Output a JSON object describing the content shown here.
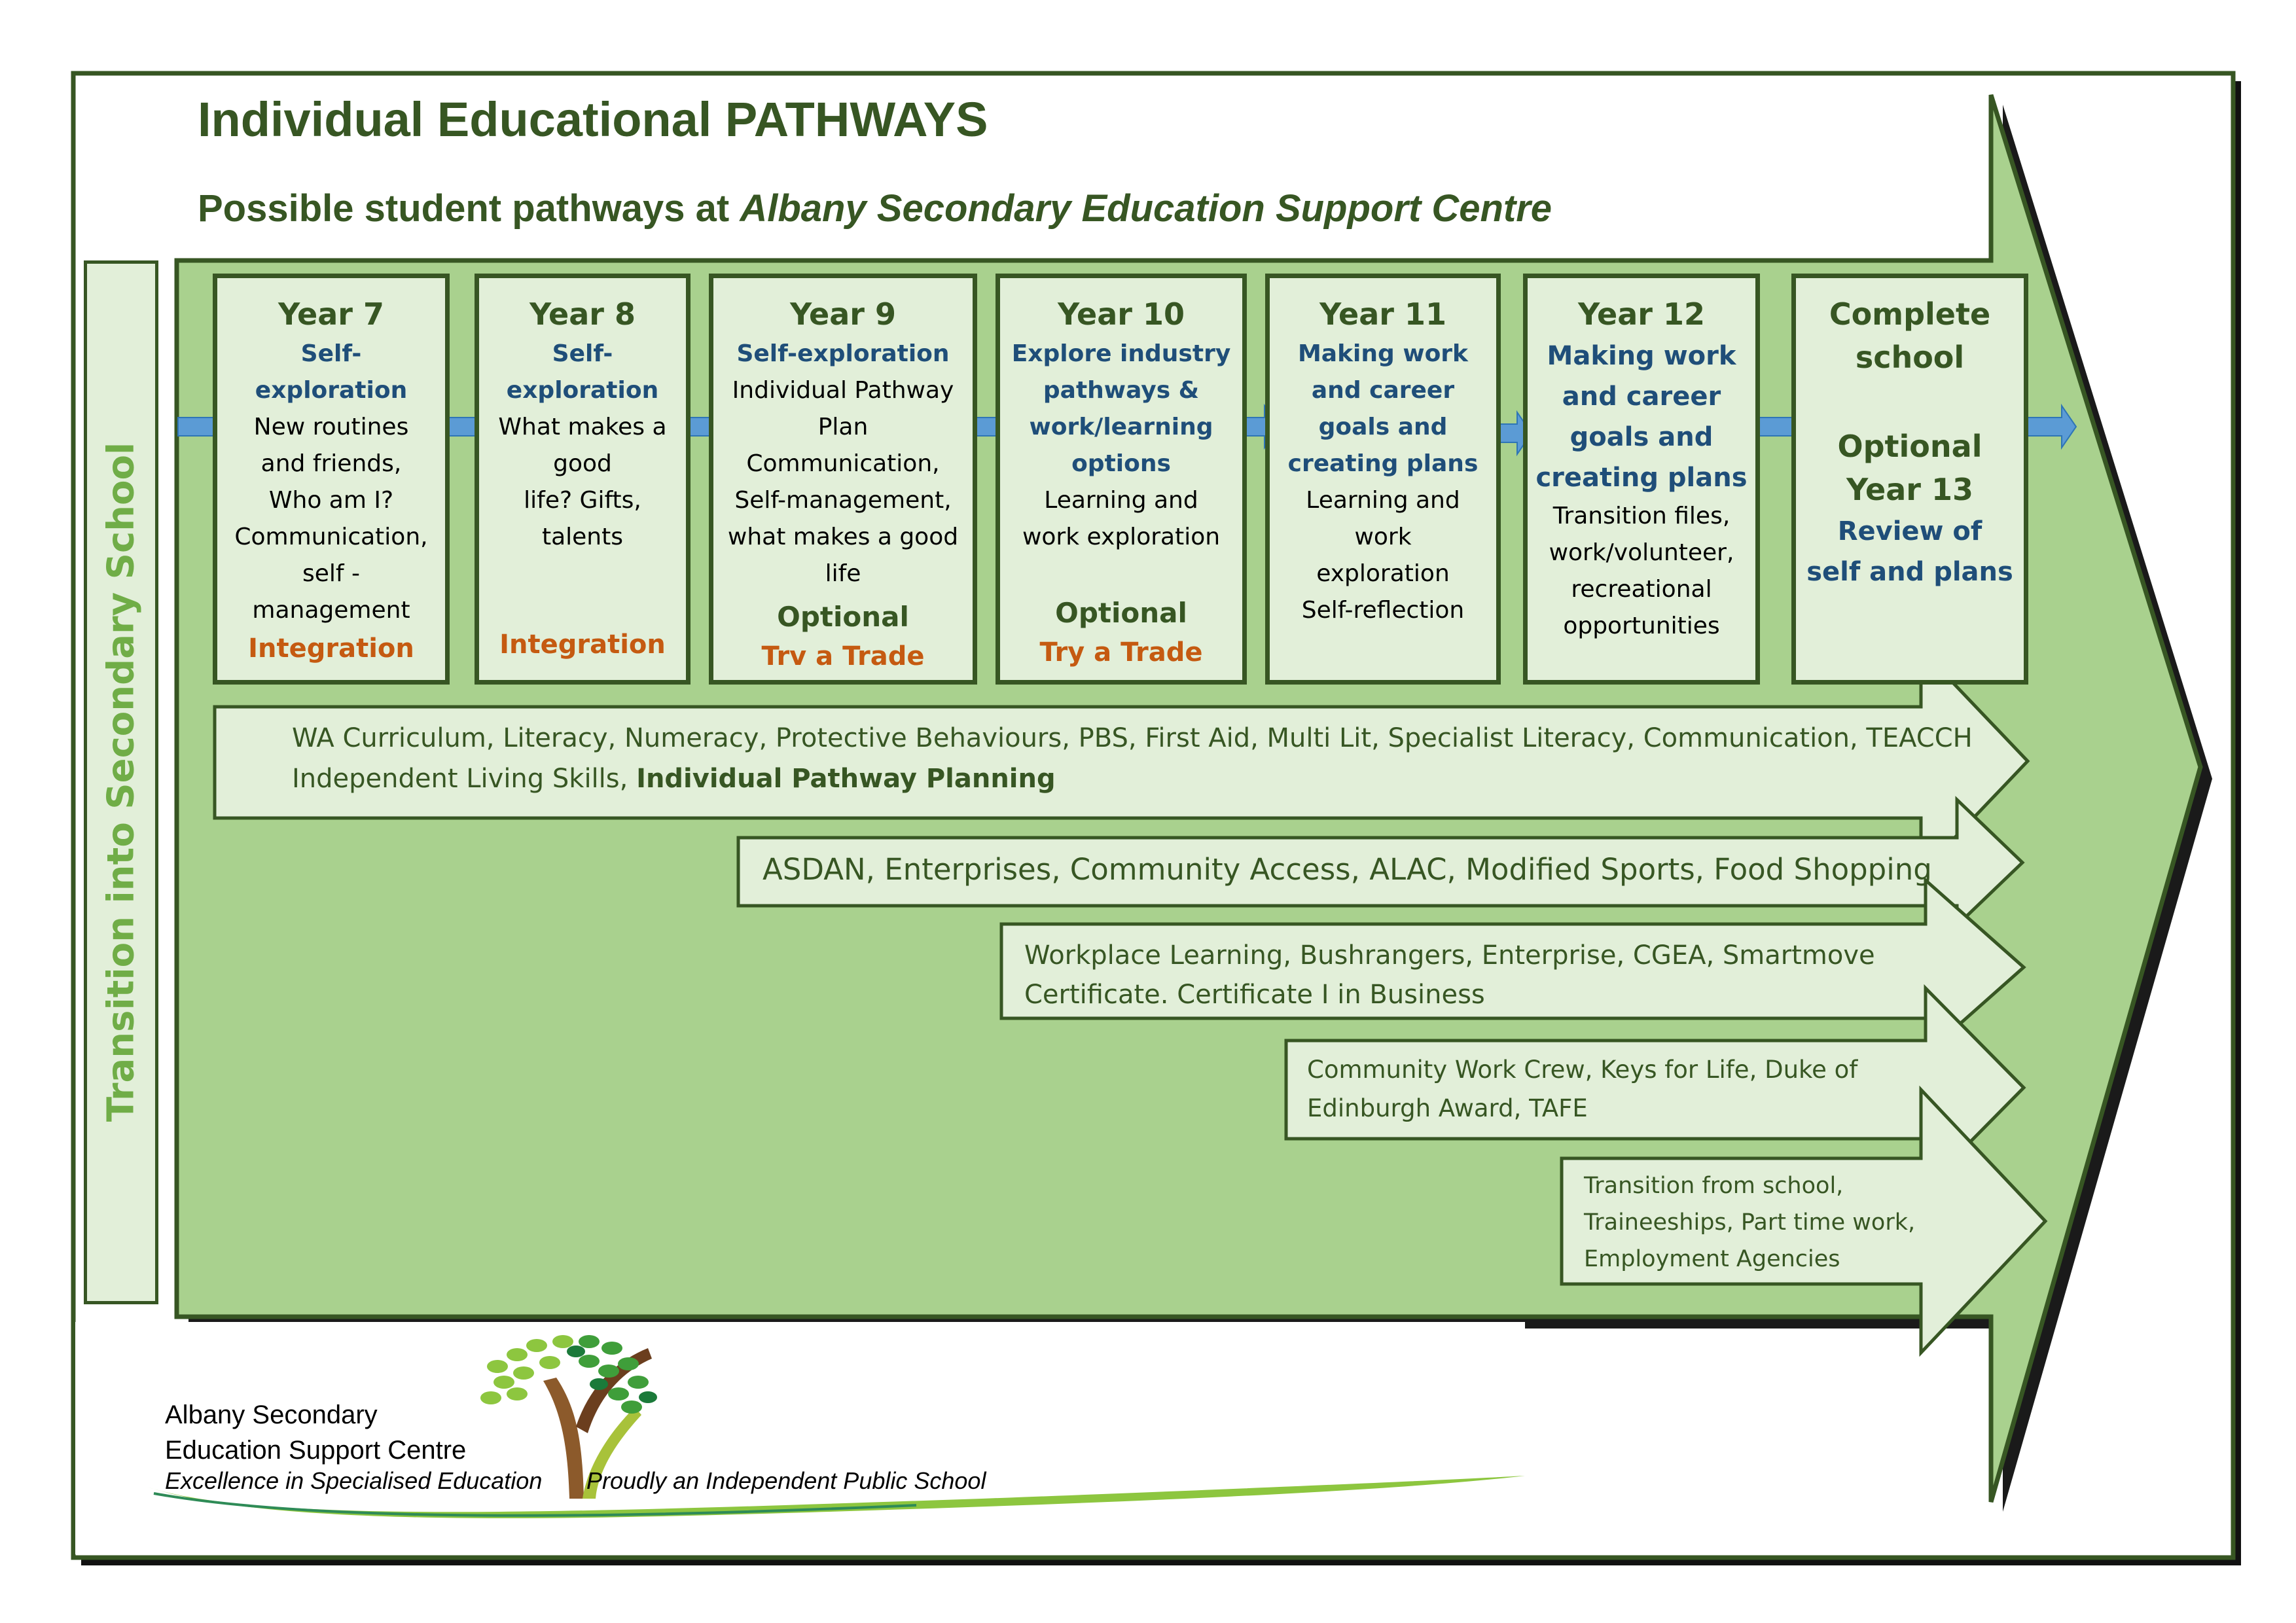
{
  "header": {
    "title": "Individual Educational PATHWAYS",
    "subtitle_prefix": "Possible student pathways at ",
    "subtitle_school": "Albany Secondary Education Support Centre"
  },
  "side_label": "Transition into Secondary School",
  "years": [
    {
      "head": "Year 7",
      "focus": [
        "Self-",
        "exploration"
      ],
      "body": [
        "New routines",
        "and friends,",
        "Who am I?",
        "Communication,",
        "self -",
        "management"
      ],
      "orange": "Integration"
    },
    {
      "head": "Year 8",
      "focus": [
        "Self-",
        "exploration"
      ],
      "body": [
        "What makes a",
        "good",
        "life? Gifts,",
        "talents"
      ],
      "orange": "Integration"
    },
    {
      "head": "Year 9",
      "focus": [
        "Self-exploration"
      ],
      "body": [
        "Individual Pathway",
        "Plan",
        "Communication,",
        "Self-management,",
        "what makes a good",
        "life"
      ],
      "optional": "Optional",
      "orange": "Trv a Trade"
    },
    {
      "head": "Year 10",
      "focus": [
        "Explore industry",
        "pathways &",
        "work/learning",
        "options"
      ],
      "body": [
        "Learning and",
        "work exploration"
      ],
      "optional": "Optional",
      "orange": "Try a Trade"
    },
    {
      "head": "Year 11",
      "focus": [
        "Making work",
        "and career",
        "goals and",
        "creating plans"
      ],
      "body": [
        "Learning and",
        "work",
        "exploration",
        "Self-reflection"
      ]
    },
    {
      "head": "Year 12",
      "focus": [
        "Making work",
        "and career",
        "goals and",
        "creating plans"
      ],
      "body": [
        "Transition files,",
        "work/volunteer,",
        "recreational",
        "opportunities"
      ]
    },
    {
      "head": "Complete",
      "head2": "school",
      "optional_head": [
        "Optional",
        "Year 13"
      ],
      "focus": [
        "Review of",
        "self and plans"
      ]
    }
  ],
  "programs": {
    "row1_line1": "WA Curriculum, Literacy, Numeracy, Protective Behaviours, PBS, First Aid, Multi Lit, Specialist Literacy, Communication, TEACCH",
    "row1_line2": "Independent Living Skills, ",
    "row1_line2_bold": "Individual Pathway Planning",
    "row2": "ASDAN, Enterprises, Community Access, ALAC, Modified Sports, Food Shopping",
    "row3_line1": "Workplace Learning, Bushrangers, Enterprise, CGEA, Smartmove",
    "row3_line2": "Certificate. Certificate I in Business",
    "row4_line1": "Community Work Crew, Keys for Life, Duke of",
    "row4_line2": "Edinburgh Award, TAFE",
    "row5_line1": "Transition from school,",
    "row5_line2": "Traineeships, Part time work,",
    "row5_line3": "Employment Agencies"
  },
  "logo": {
    "line1": "Albany Secondary",
    "line2": "Education Support Centre",
    "tagline": "Excellence in Specialised Education",
    "proud": "Proudly an Independent Public School"
  },
  "colors": {
    "dark_green": "#375623",
    "mid_green": "#a9d18e",
    "pale_green": "#e2efd9",
    "label_green": "#70ad47",
    "blue_text": "#1f4e79",
    "orange_text": "#c55a11",
    "arrow_blue": "#5b9bd5"
  }
}
